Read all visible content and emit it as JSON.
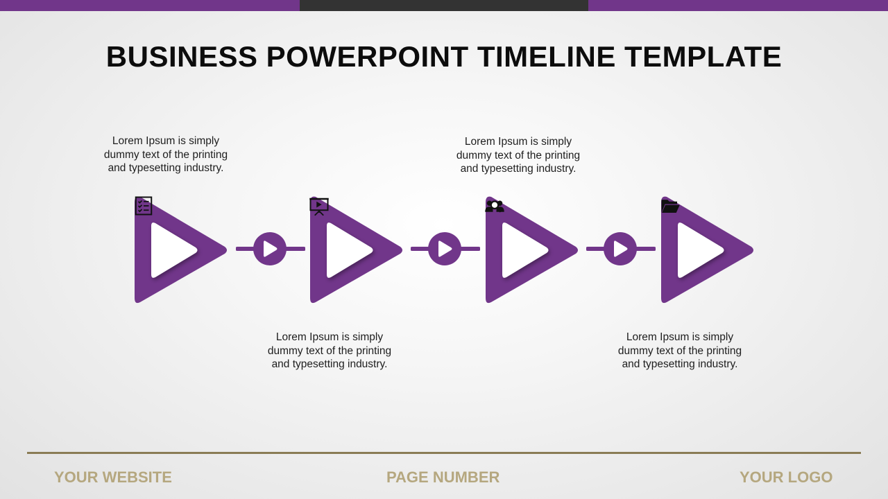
{
  "title": "BUSINESS POWERPOINT TIMELINE TEMPLATE",
  "colors": {
    "accent": "#71368a",
    "dark_bar": "#333333",
    "footer_line": "#8a7c55",
    "footer_text": "#b5a77f"
  },
  "steps": [
    {
      "icon": "checklist-icon",
      "caption": [
        "Lorem Ipsum is simply",
        "dummy text of the printing",
        "and typesetting industry."
      ]
    },
    {
      "icon": "presentation-board-icon",
      "caption": [
        "Lorem Ipsum is simply",
        "dummy text of the printing",
        "and typesetting industry."
      ]
    },
    {
      "icon": "user-search-icon",
      "caption": [
        "Lorem Ipsum is simply",
        "dummy text of the printing",
        "and typesetting industry."
      ]
    },
    {
      "icon": "folder-open-icon",
      "caption": [
        "Lorem Ipsum is simply",
        "dummy text of the printing",
        "and typesetting industry."
      ]
    }
  ],
  "connectors": [
    {
      "icon": "play-icon"
    },
    {
      "icon": "play-icon"
    },
    {
      "icon": "play-icon"
    }
  ],
  "footer": {
    "website": "YOUR WEBSITE",
    "page_number": "PAGE NUMBER",
    "logo": "YOUR LOGO"
  }
}
